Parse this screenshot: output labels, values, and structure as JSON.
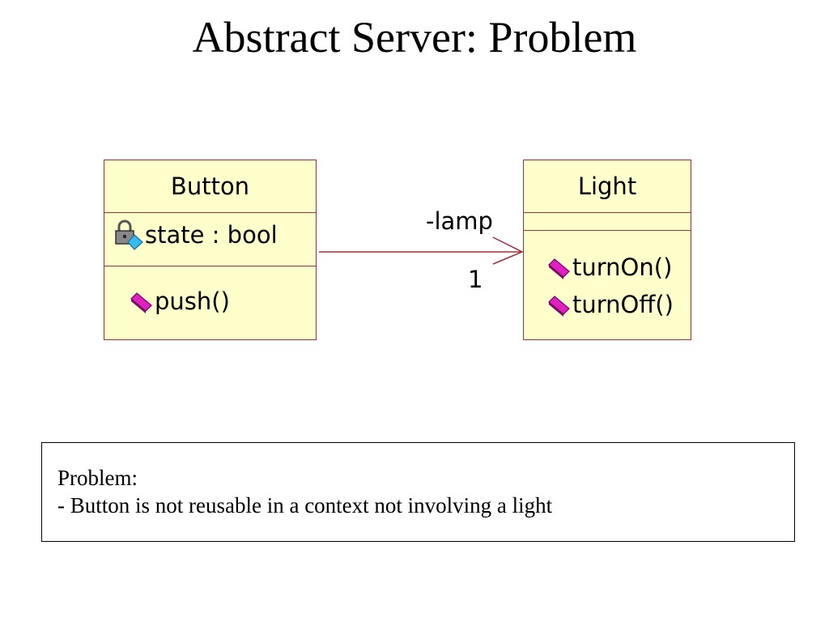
{
  "slide": {
    "title": "Abstract Server: Problem"
  },
  "diagram": {
    "classes": [
      {
        "name": "Button",
        "attributes": [
          {
            "text": "state : bool",
            "icon": "private-attribute-icon"
          }
        ],
        "operations": [
          {
            "text": "push()",
            "icon": "public-operation-icon"
          }
        ]
      },
      {
        "name": "Light",
        "attributes": [],
        "operations": [
          {
            "text": "turnOn()",
            "icon": "public-operation-icon"
          },
          {
            "text": "turnOff()",
            "icon": "public-operation-icon"
          }
        ]
      }
    ],
    "association": {
      "role": "-lamp",
      "multiplicity": "1"
    }
  },
  "note": {
    "heading": "Problem:",
    "text": "- Button is not reusable in a context not involving a light"
  },
  "colors": {
    "class_fill": "#ffffcc",
    "class_border": "#a0303c",
    "operation_icon": "#e020c0",
    "attribute_icon": "#33bbee"
  }
}
